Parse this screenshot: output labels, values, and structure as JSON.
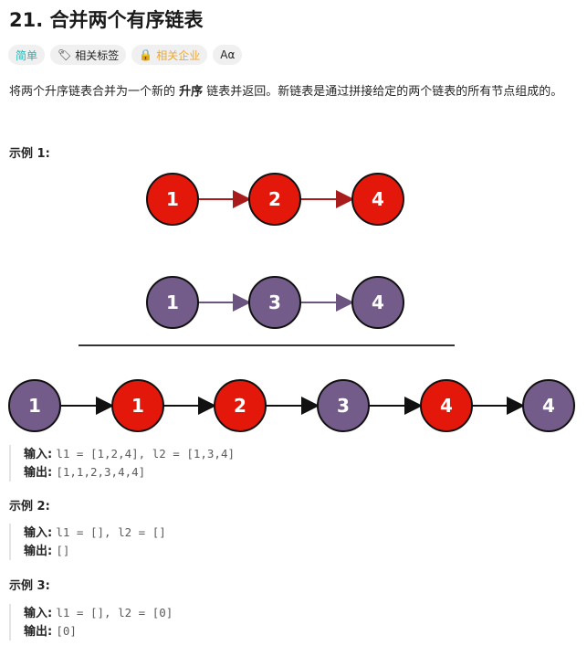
{
  "title": "21. 合并两个有序链表",
  "tags": {
    "difficulty": "简单",
    "related_tags": "相关标签",
    "related_companies": "相关企业",
    "font_toggle": "Aα"
  },
  "description": {
    "part1": "将两个升序链表合并为一个新的 ",
    "bold": "升序",
    "part2": " 链表并返回。新链表是通过拼接给定的两个链表的所有节点组成的。"
  },
  "colors": {
    "red_node": "#e3180a",
    "purple_node": "#735b8a",
    "red_arrow": "#a81c1c",
    "purple_arrow": "#6b5580",
    "black_arrow": "#111111",
    "easy": "#1cb8b8",
    "company": "#f0a830"
  },
  "diagram": {
    "list1": [
      "1",
      "2",
      "4"
    ],
    "list2": [
      "1",
      "3",
      "4"
    ],
    "merged": [
      {
        "v": "1",
        "c": "purple"
      },
      {
        "v": "1",
        "c": "red"
      },
      {
        "v": "2",
        "c": "red"
      },
      {
        "v": "3",
        "c": "purple"
      },
      {
        "v": "4",
        "c": "red"
      },
      {
        "v": "4",
        "c": "purple"
      }
    ]
  },
  "examples": [
    {
      "heading": "示例 1:",
      "input_label": "输入:",
      "input": "l1 = [1,2,4], l2 = [1,3,4]",
      "output_label": "输出:",
      "output": "[1,1,2,3,4,4]"
    },
    {
      "heading": "示例 2:",
      "input_label": "输入:",
      "input": "l1 = [], l2 = []",
      "output_label": "输出:",
      "output": "[]"
    },
    {
      "heading": "示例 3:",
      "input_label": "输入:",
      "input": "l1 = [], l2 = [0]",
      "output_label": "输出:",
      "output": "[0]"
    }
  ]
}
